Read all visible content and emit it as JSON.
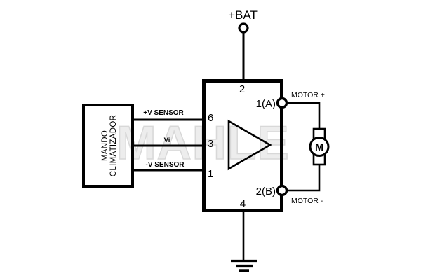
{
  "watermark": {
    "text": "MAHLE"
  },
  "battery": {
    "label": "+BAT"
  },
  "controller": {
    "line1": "MANDO",
    "line2": "CLIMATIZADOR"
  },
  "wires": {
    "plus_sensor": "+V SENSOR",
    "vi": "Vi",
    "minus_sensor": "-V SENSOR"
  },
  "amplifier": {
    "pin_top": "2",
    "pin_bottom": "4",
    "pin_in_plus": "6",
    "pin_in_mid": "3",
    "pin_in_minus": "1",
    "pin_out_a": "1(A)",
    "pin_out_b": "2(B)"
  },
  "motor": {
    "label_plus": "MOTOR +",
    "label_minus": "MOTOR -",
    "symbol": "M"
  },
  "colors": {
    "line": "#000000",
    "watermark_fill": "#ededed",
    "watermark_stroke": "#d8d8d8",
    "background": "#ffffff"
  }
}
